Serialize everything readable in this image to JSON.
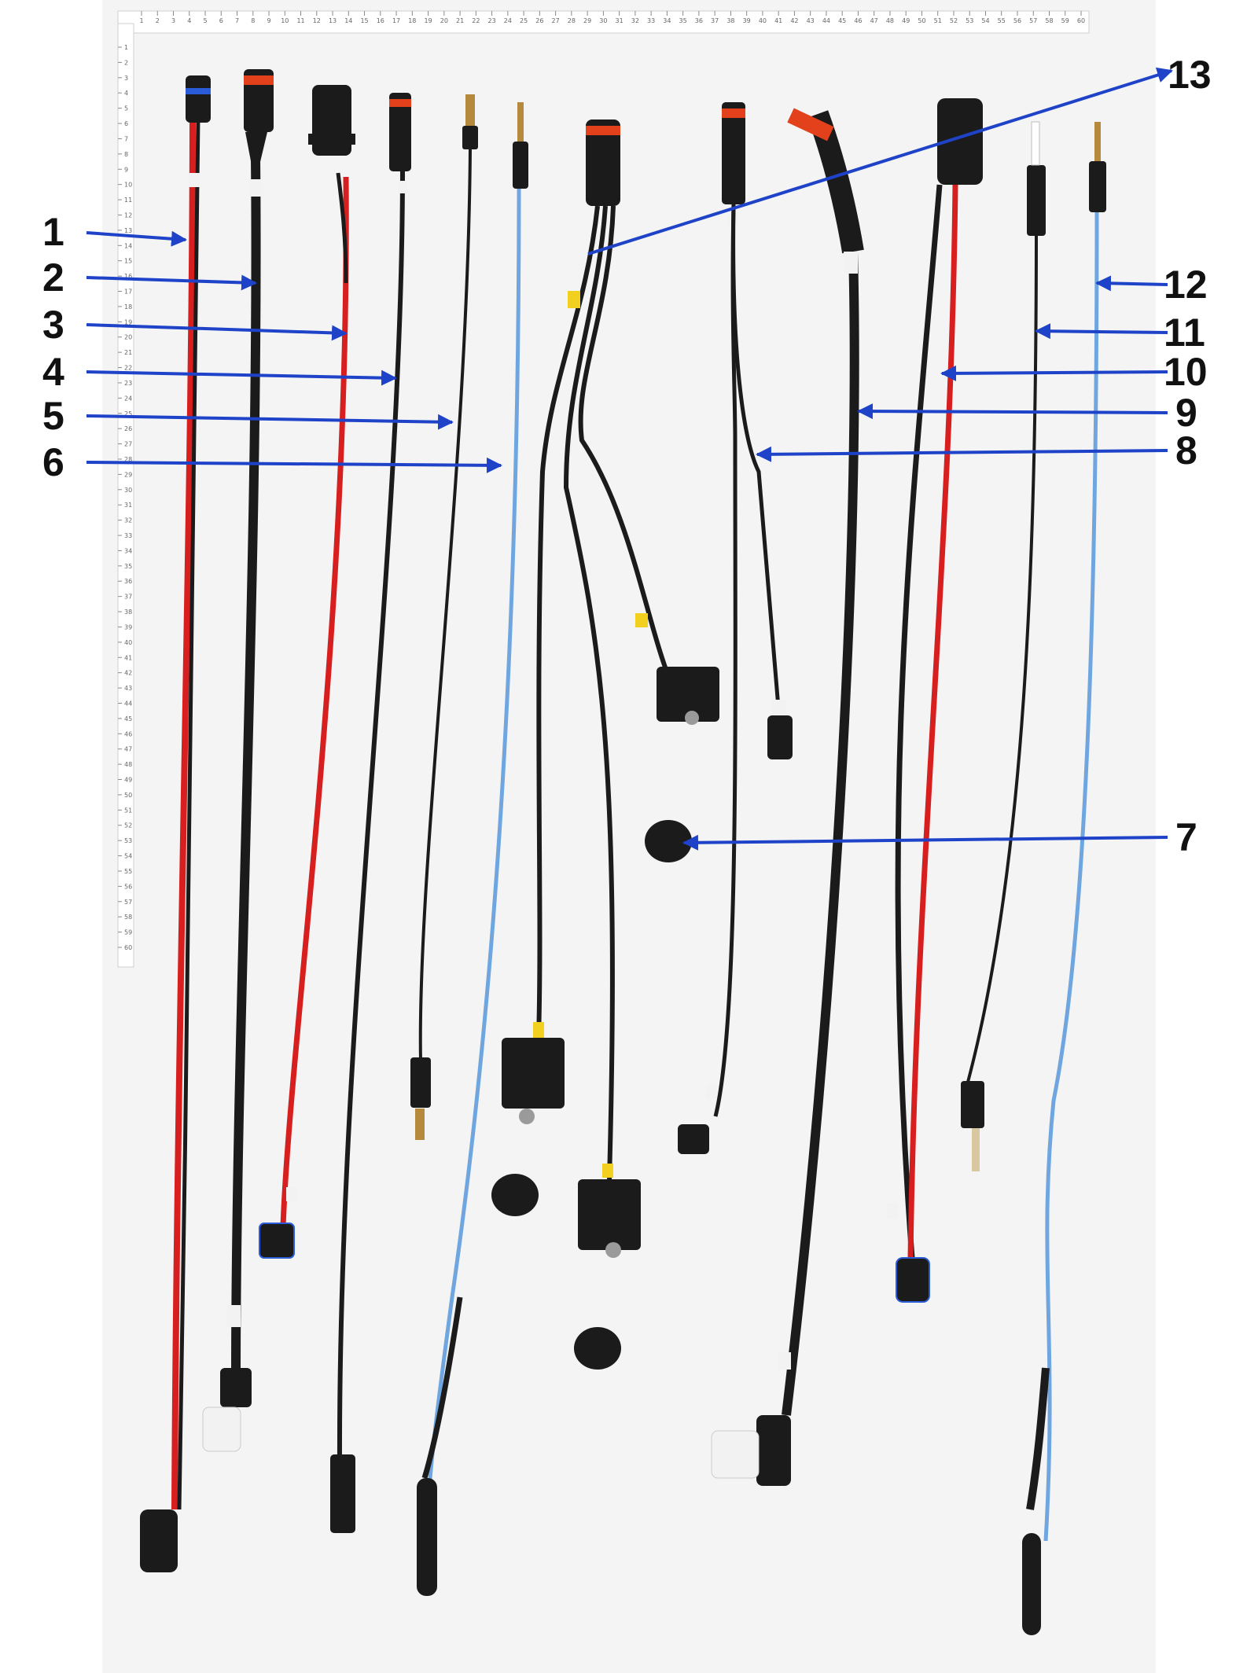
{
  "photo": {
    "background": "#ffffff",
    "backdrop_color": "#f4f4f4",
    "arrow_color": "#1f43c8",
    "cable_black": "#1b1b1b",
    "cable_red": "#d81f1f",
    "cable_blue": "#6fa6e0",
    "ring_orange": "#e2411c",
    "ring_blue": "#2a5bd8",
    "ring_yellow": "#f1d020",
    "connector_white": "#f2f2f2"
  },
  "ruler": {
    "top_numbers": [
      "1",
      "2",
      "3",
      "4",
      "5",
      "6",
      "7",
      "8",
      "9",
      "10",
      "11",
      "12",
      "13",
      "14",
      "15",
      "16",
      "17",
      "18",
      "19",
      "20",
      "21",
      "22",
      "23",
      "24",
      "25",
      "26",
      "27",
      "28",
      "29",
      "30",
      "31",
      "32",
      "33",
      "34",
      "35",
      "36",
      "37",
      "38",
      "39",
      "40",
      "41",
      "42",
      "43",
      "44",
      "45",
      "46",
      "47",
      "48",
      "49",
      "50",
      "51",
      "52",
      "53",
      "54",
      "55",
      "56",
      "57",
      "58",
      "59",
      "60"
    ],
    "side_numbers": [
      "1",
      "2",
      "3",
      "4",
      "5",
      "6",
      "7",
      "8",
      "9",
      "10",
      "11",
      "12",
      "13",
      "14",
      "15",
      "16",
      "17",
      "18",
      "19",
      "20",
      "21",
      "22",
      "23",
      "24",
      "25",
      "26",
      "27",
      "28",
      "29",
      "30",
      "31",
      "32",
      "33",
      "34",
      "35",
      "36",
      "37",
      "38",
      "39",
      "40",
      "41",
      "42",
      "43",
      "44",
      "45",
      "46",
      "47",
      "48",
      "49",
      "50",
      "51",
      "52",
      "53",
      "54",
      "55",
      "56",
      "57",
      "58",
      "59",
      "60"
    ]
  },
  "callouts": [
    "1",
    "2",
    "3",
    "4",
    "5",
    "6",
    "7",
    "8",
    "9",
    "10",
    "11",
    "12",
    "13"
  ]
}
